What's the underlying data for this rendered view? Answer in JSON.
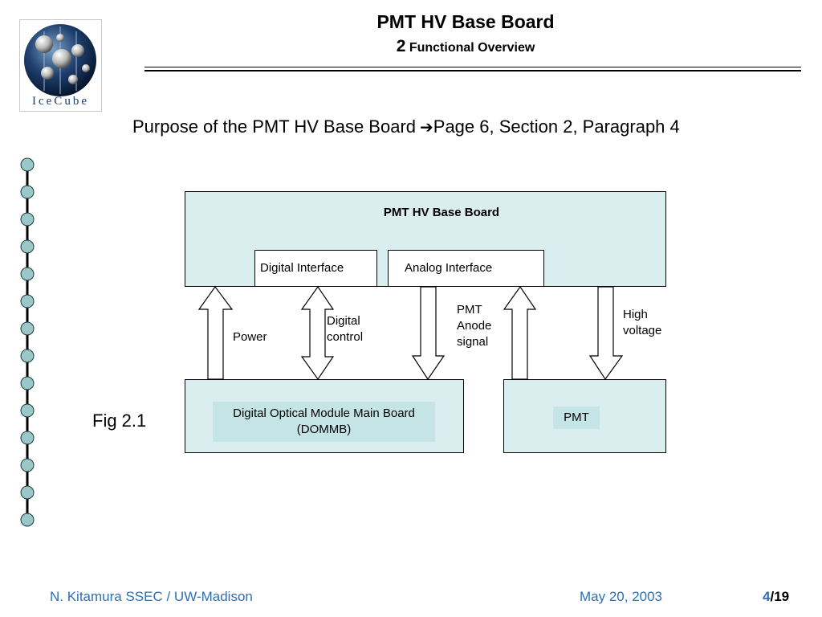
{
  "logo": {
    "text": "IceCube",
    "accent": "#1d3d6a"
  },
  "header": {
    "title": "PMT HV Base Board",
    "section_number": "2",
    "section_title": "Functional Overview"
  },
  "purpose": {
    "text": "Purpose of the PMT HV Base Board",
    "arrow_glyph": "➔",
    "reference": "Page 6, Section 2, Paragraph 4"
  },
  "figure_label": "Fig 2.1",
  "diagram": {
    "base_board": {
      "title": "PMT HV Base Board",
      "digital_interface": "Digital Interface",
      "analog_interface": "Analog Interface"
    },
    "dommb": {
      "line1": "Digital Optical Module Main Board",
      "line2": "(DOMMB)"
    },
    "pmt": "PMT",
    "labels": {
      "power": "Power",
      "digital_control": [
        "Digital",
        "control"
      ],
      "pmt_anode_signal": [
        "PMT",
        "Anode",
        "signal"
      ],
      "high_voltage": [
        "High",
        "voltage"
      ]
    },
    "colors": {
      "panel": "#daeef0",
      "inner": "#c4e4e6"
    }
  },
  "footer": {
    "author": "N. Kitamura SSEC / UW-Madison",
    "date": "May 20, 2003",
    "page_current": "4",
    "page_total": "/19",
    "color": "#2e6fb6"
  }
}
